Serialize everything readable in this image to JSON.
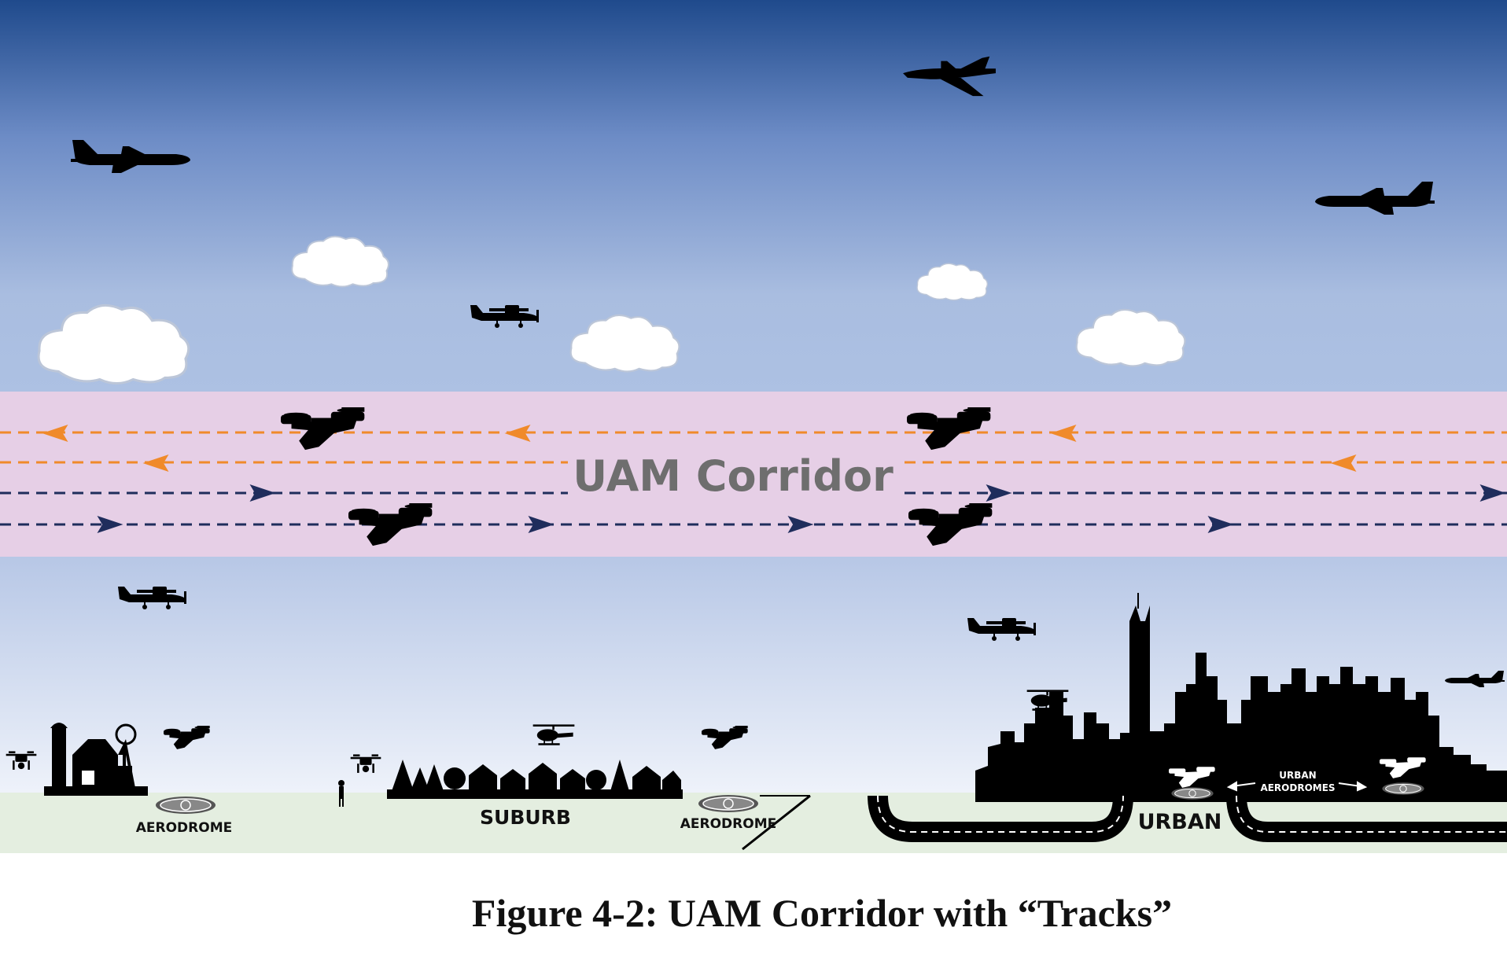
{
  "diagram": {
    "corridor_label": "UAM Corridor",
    "ground_labels": {
      "aerodrome_left": "AERODROME",
      "suburb": "SUBURB",
      "aerodrome_mid": "AERODROME",
      "urban": "URBAN",
      "urban_aerodromes_line1": "URBAN",
      "urban_aerodromes_line2": "AERODROMES"
    },
    "tracks": [
      {
        "direction": "left",
        "color": "#f08a2a"
      },
      {
        "direction": "left",
        "color": "#f08a2a"
      },
      {
        "direction": "right",
        "color": "#1f2d5c"
      },
      {
        "direction": "right",
        "color": "#1f2d5c"
      }
    ],
    "colors": {
      "sky_top": "#1f4a8c",
      "sky_mid": "#a9bde0",
      "corridor": "#e6cfe6",
      "ground": "#e4eee0",
      "silhouette": "#000000"
    }
  },
  "caption": "Figure 4-2: UAM Corridor with “Tracks”"
}
